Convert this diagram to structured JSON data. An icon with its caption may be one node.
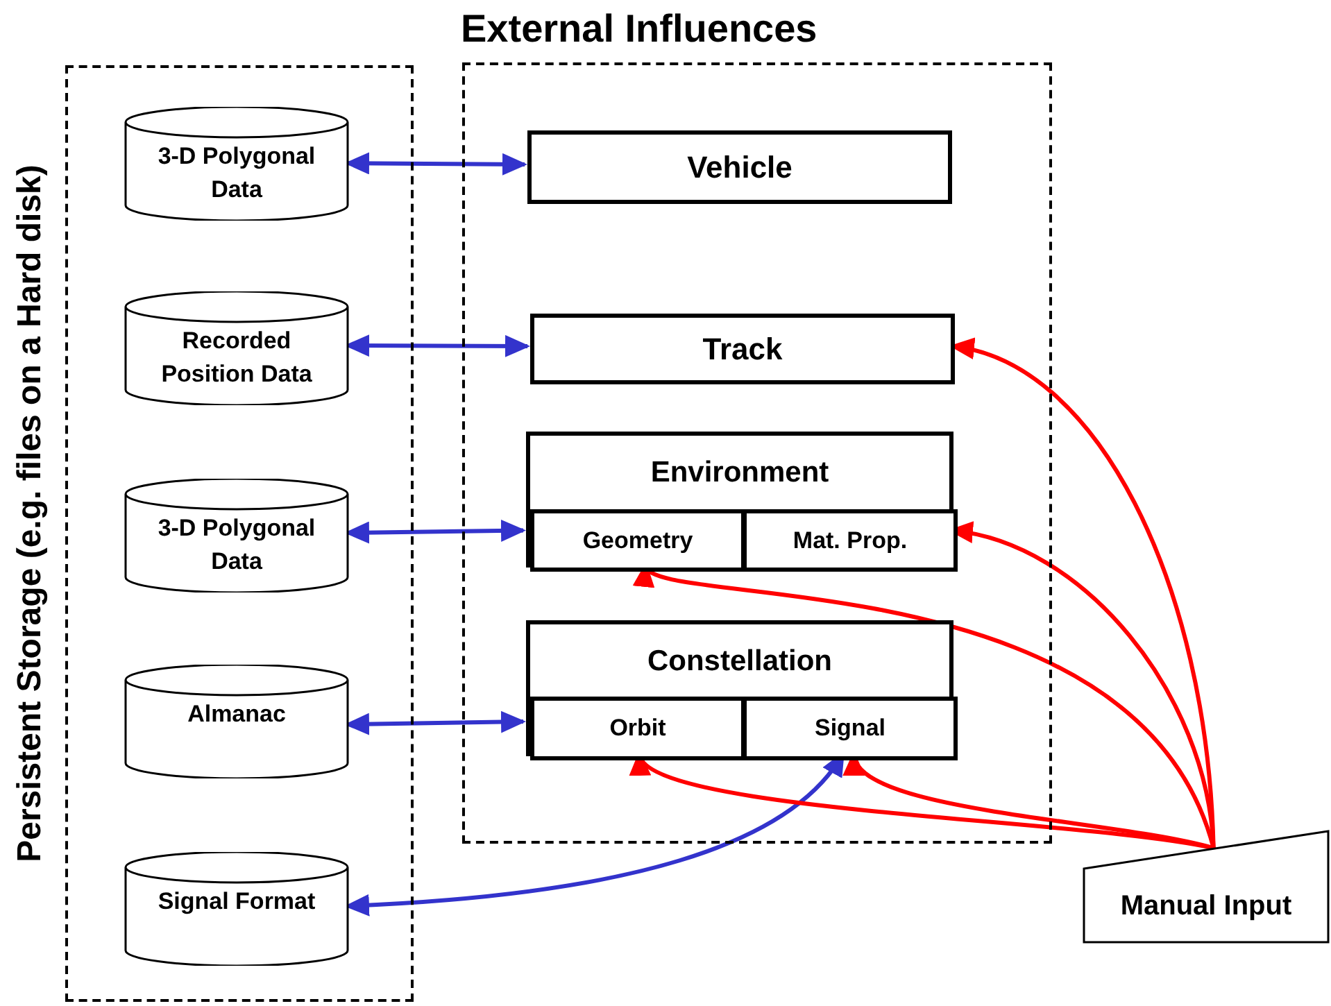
{
  "diagram": {
    "nodes": [
      {
        "text": [
          "Persistent Storage (e.g. files on a Hard disk)"
        ]
      },
      {
        "text": [
          "External Influences"
        ]
      },
      {
        "text": [
          "3-D Polygonal Data"
        ],
        "in": 0
      },
      {
        "text": [
          "Recorded Position Data"
        ],
        "in": 0
      },
      {
        "text": [
          "3-D Polygonal Data"
        ],
        "in": 0
      },
      {
        "text": [
          "Almanac"
        ],
        "in": 0
      },
      {
        "text": [
          "Signal Format"
        ],
        "in": 0
      },
      {
        "text": [
          "Vehicle"
        ],
        "in": 1
      },
      {
        "text": [
          "Track"
        ],
        "in": 1
      },
      {
        "text": [
          "Environment"
        ],
        "in": 1
      },
      {
        "text": [
          "Geometry"
        ],
        "in": 9
      },
      {
        "text": [
          "Mat. Prop."
        ],
        "in": 9
      },
      {
        "text": [
          "Constellation"
        ],
        "in": 1
      },
      {
        "text": [
          "Orbit"
        ],
        "in": 12
      },
      {
        "text": [
          "Signal"
        ],
        "in": 12
      },
      {
        "text": [
          "Manual Input"
        ]
      }
    ],
    "edges": [
      {
        "from": 2,
        "to": 7,
        "arrow": "both",
        "color": "#3333cc"
      },
      {
        "from": 3,
        "to": 8,
        "arrow": "both",
        "color": "#3333cc"
      },
      {
        "from": 4,
        "to": 10,
        "arrow": "both",
        "color": "#3333cc"
      },
      {
        "from": 5,
        "to": 13,
        "arrow": "both",
        "color": "#3333cc"
      },
      {
        "from": 6,
        "to": 14,
        "arrow": "both",
        "color": "#3333cc"
      },
      {
        "from": 15,
        "to": 8,
        "arrow": "to",
        "color": "#ff0000"
      },
      {
        "from": 15,
        "to": 11,
        "arrow": "to",
        "color": "#ff0000"
      },
      {
        "from": 15,
        "to": 10,
        "arrow": "to",
        "color": "#ff0000"
      },
      {
        "from": 15,
        "to": 13,
        "arrow": "to",
        "color": "#ff0000"
      },
      {
        "from": 15,
        "to": 14,
        "arrow": "to",
        "color": "#ff0000"
      }
    ]
  }
}
